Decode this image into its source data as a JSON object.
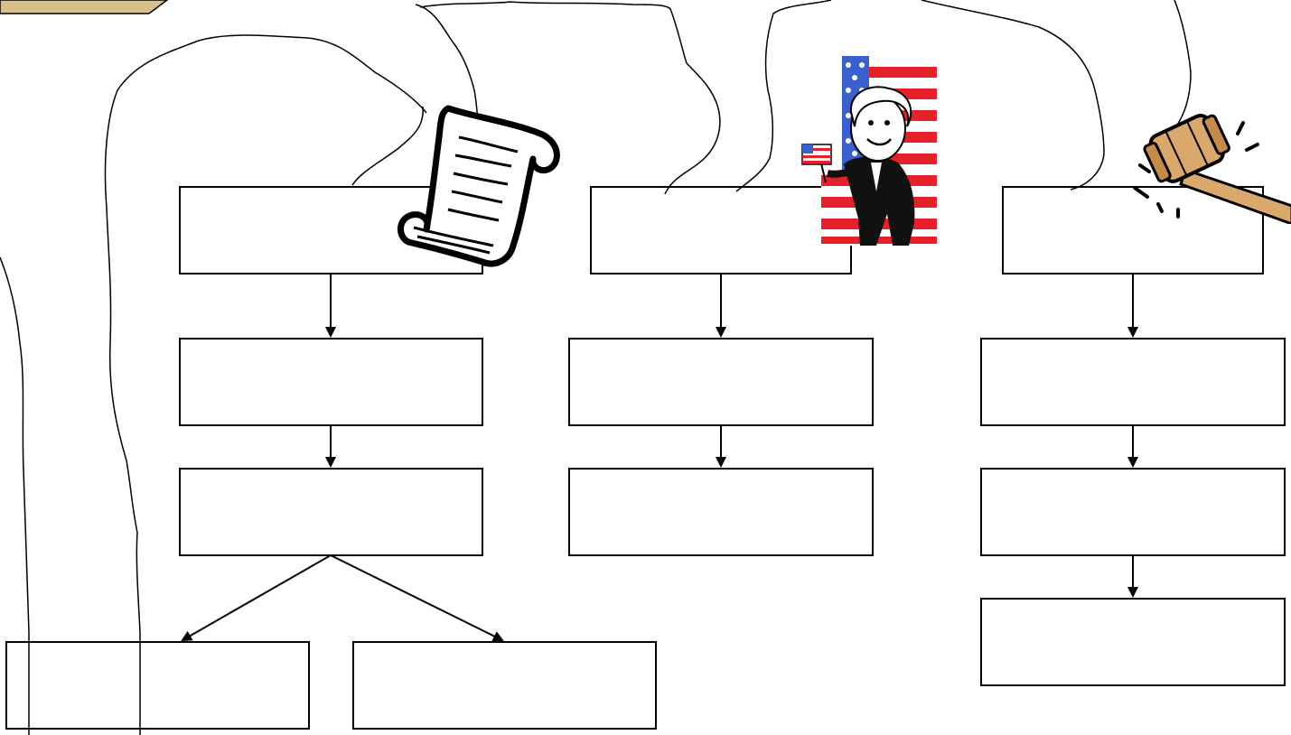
{
  "diagram": {
    "branches": [
      {
        "id": "legislative",
        "icon": "scroll-icon",
        "boxes": [
          {
            "text": ""
          },
          {
            "text": ""
          },
          {
            "text": ""
          },
          {
            "text": ""
          },
          {
            "text": ""
          }
        ]
      },
      {
        "id": "executive",
        "icon": "president-flag-icon",
        "boxes": [
          {
            "text": ""
          },
          {
            "text": ""
          },
          {
            "text": ""
          }
        ]
      },
      {
        "id": "judicial",
        "icon": "gavel-icon",
        "boxes": [
          {
            "text": ""
          },
          {
            "text": ""
          },
          {
            "text": ""
          },
          {
            "text": ""
          }
        ]
      }
    ],
    "colors": {
      "line": "#000000",
      "flag_red": "#e8202a",
      "flag_blue": "#3a5fd0",
      "gavel_wood": "#d9a86a",
      "banner_tan": "#d9c08a"
    }
  }
}
